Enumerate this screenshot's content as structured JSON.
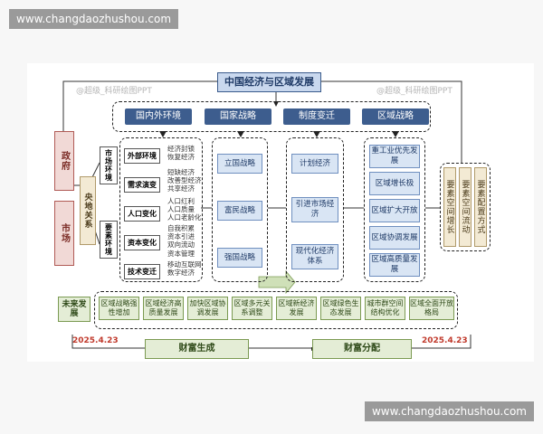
{
  "watermark_top": "www.changdaozhushou.com",
  "watermark_bottom": "www.changdaozhushou.com",
  "faded_tags": [
    "@超级_科研绘图PPT",
    "@超级_科研绘图PPT"
  ],
  "title": "中国经济与区域发展",
  "top_categories": [
    "国内外环境",
    "国家战略",
    "制度变迁",
    "区域战略"
  ],
  "left_boxes": [
    "政府",
    "市场"
  ],
  "left_mid": "央地关系",
  "env_label": "市场环境",
  "factor_label": "要素环境",
  "col1_items": [
    "外部环境",
    "需求演变",
    "人口变化",
    "资本变化",
    "技术变迁"
  ],
  "col1_labels": [
    "经济封锁\n恢复经济",
    "短缺经济\n改善型经济\n共享经济",
    "人口红利\n人口质量\n人口老龄化",
    "自我积累\n资本引进\n双向流动\n资本管理",
    "移动互联网\n数字经济"
  ],
  "national_strategies": [
    "立国战略",
    "富民战略",
    "强国战略"
  ],
  "institutions": [
    "计划经济",
    "引进市场经济",
    "现代化经济体系"
  ],
  "regional": [
    "重工业优先发展",
    "区域增长极",
    "区域扩大开放",
    "区域协调发展",
    "区域高质量发展"
  ],
  "right_boxes": [
    "要素空间增长",
    "要素空间流动",
    "要素配置方式"
  ],
  "future_label": "未来发展",
  "future_items": [
    "区域战略强性增加",
    "区域经济高质量发展",
    "加快区域协调发展",
    "区域多元关系调整",
    "区域新经济发展",
    "区域绿色生态发展",
    "城市群空间结构优化",
    "区域全面开放格局"
  ],
  "dates": [
    "2025.4.23",
    "2025.4.23"
  ],
  "bottom_boxes": [
    "财富生成",
    "财富分配"
  ]
}
